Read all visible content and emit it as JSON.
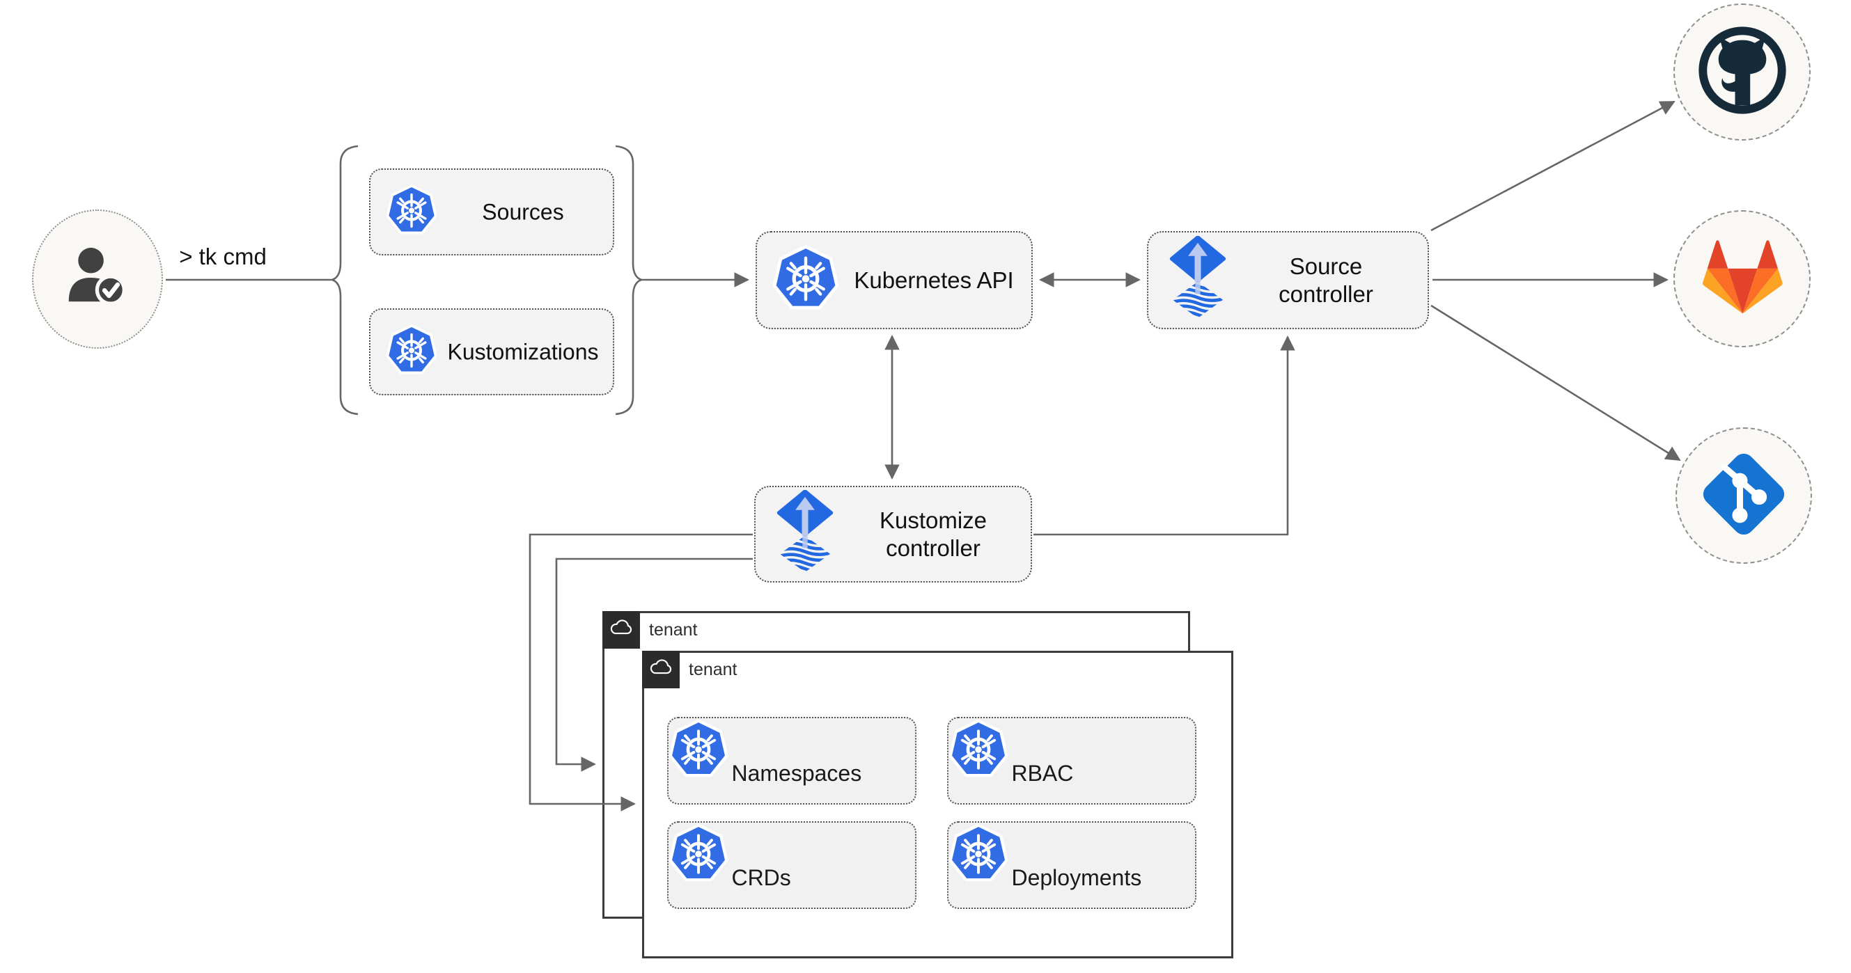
{
  "labels": {
    "tk_cmd": "> tk cmd"
  },
  "crd_group": {
    "items": [
      "Sources",
      "Kustomizations"
    ]
  },
  "nodes": {
    "kubernetes_api": "Kubernetes API",
    "source_controller": "Source controller",
    "kustomize_controller": "Kustomize controller"
  },
  "tenant_back": {
    "label": "tenant"
  },
  "tenant_front": {
    "label": "tenant",
    "resources": [
      "Namespaces",
      "RBAC",
      "CRDs",
      "Deployments"
    ]
  },
  "remotes": [
    {
      "icon": "github-icon"
    },
    {
      "icon": "gitlab-icon"
    },
    {
      "icon": "git-icon"
    }
  ],
  "icons": {
    "user": "user-check-icon",
    "kubernetes": "kubernetes-icon",
    "flux": "flux-icon",
    "cloud": "cloud-icon"
  },
  "colors": {
    "canvas_bg": "#ffffff",
    "node_fill": "#f3f3f3",
    "node_border": "#4f4f4f",
    "connector_gray": "#666666",
    "kubernetes_blue": "#326ce5",
    "flux_blue": "#2268e0",
    "flux_arrow_light": "#b9c9f0",
    "github_dark": "#152b3a",
    "gitlab_red": "#e24329",
    "gitlab_orange": "#fc6d26",
    "gitlab_amber": "#fca326",
    "git_blue": "#1573d2",
    "tenant_tab": "#2b2b2b",
    "circle_fill": "#faf8f4",
    "user_gray": "#414141"
  }
}
